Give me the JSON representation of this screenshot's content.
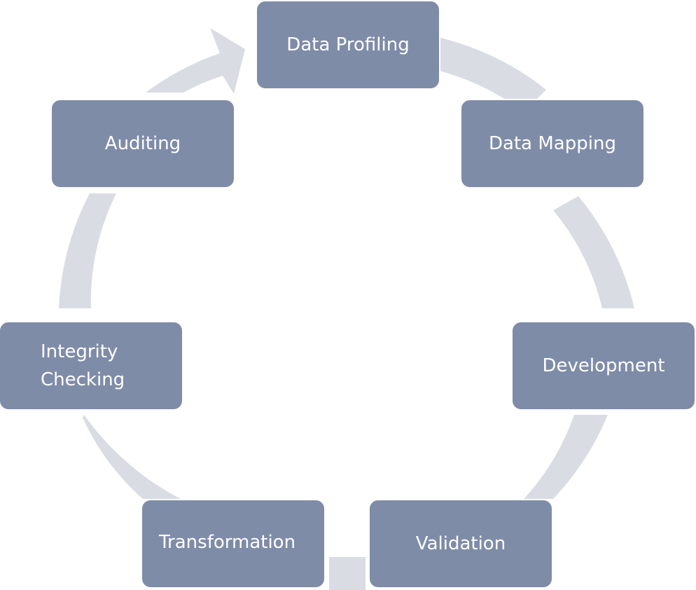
{
  "diagram": {
    "colors": {
      "box_fill": "#7f8ca8",
      "box_text": "#ffffff",
      "arrow_ring": "#d9dce3"
    },
    "steps": [
      {
        "label": "Data Profiling"
      },
      {
        "label": "Data Mapping"
      },
      {
        "label": "Development"
      },
      {
        "label": "Validation"
      },
      {
        "label": "Transformation"
      },
      {
        "label": "Integrity\nChecking"
      },
      {
        "label": "Auditing"
      }
    ]
  }
}
